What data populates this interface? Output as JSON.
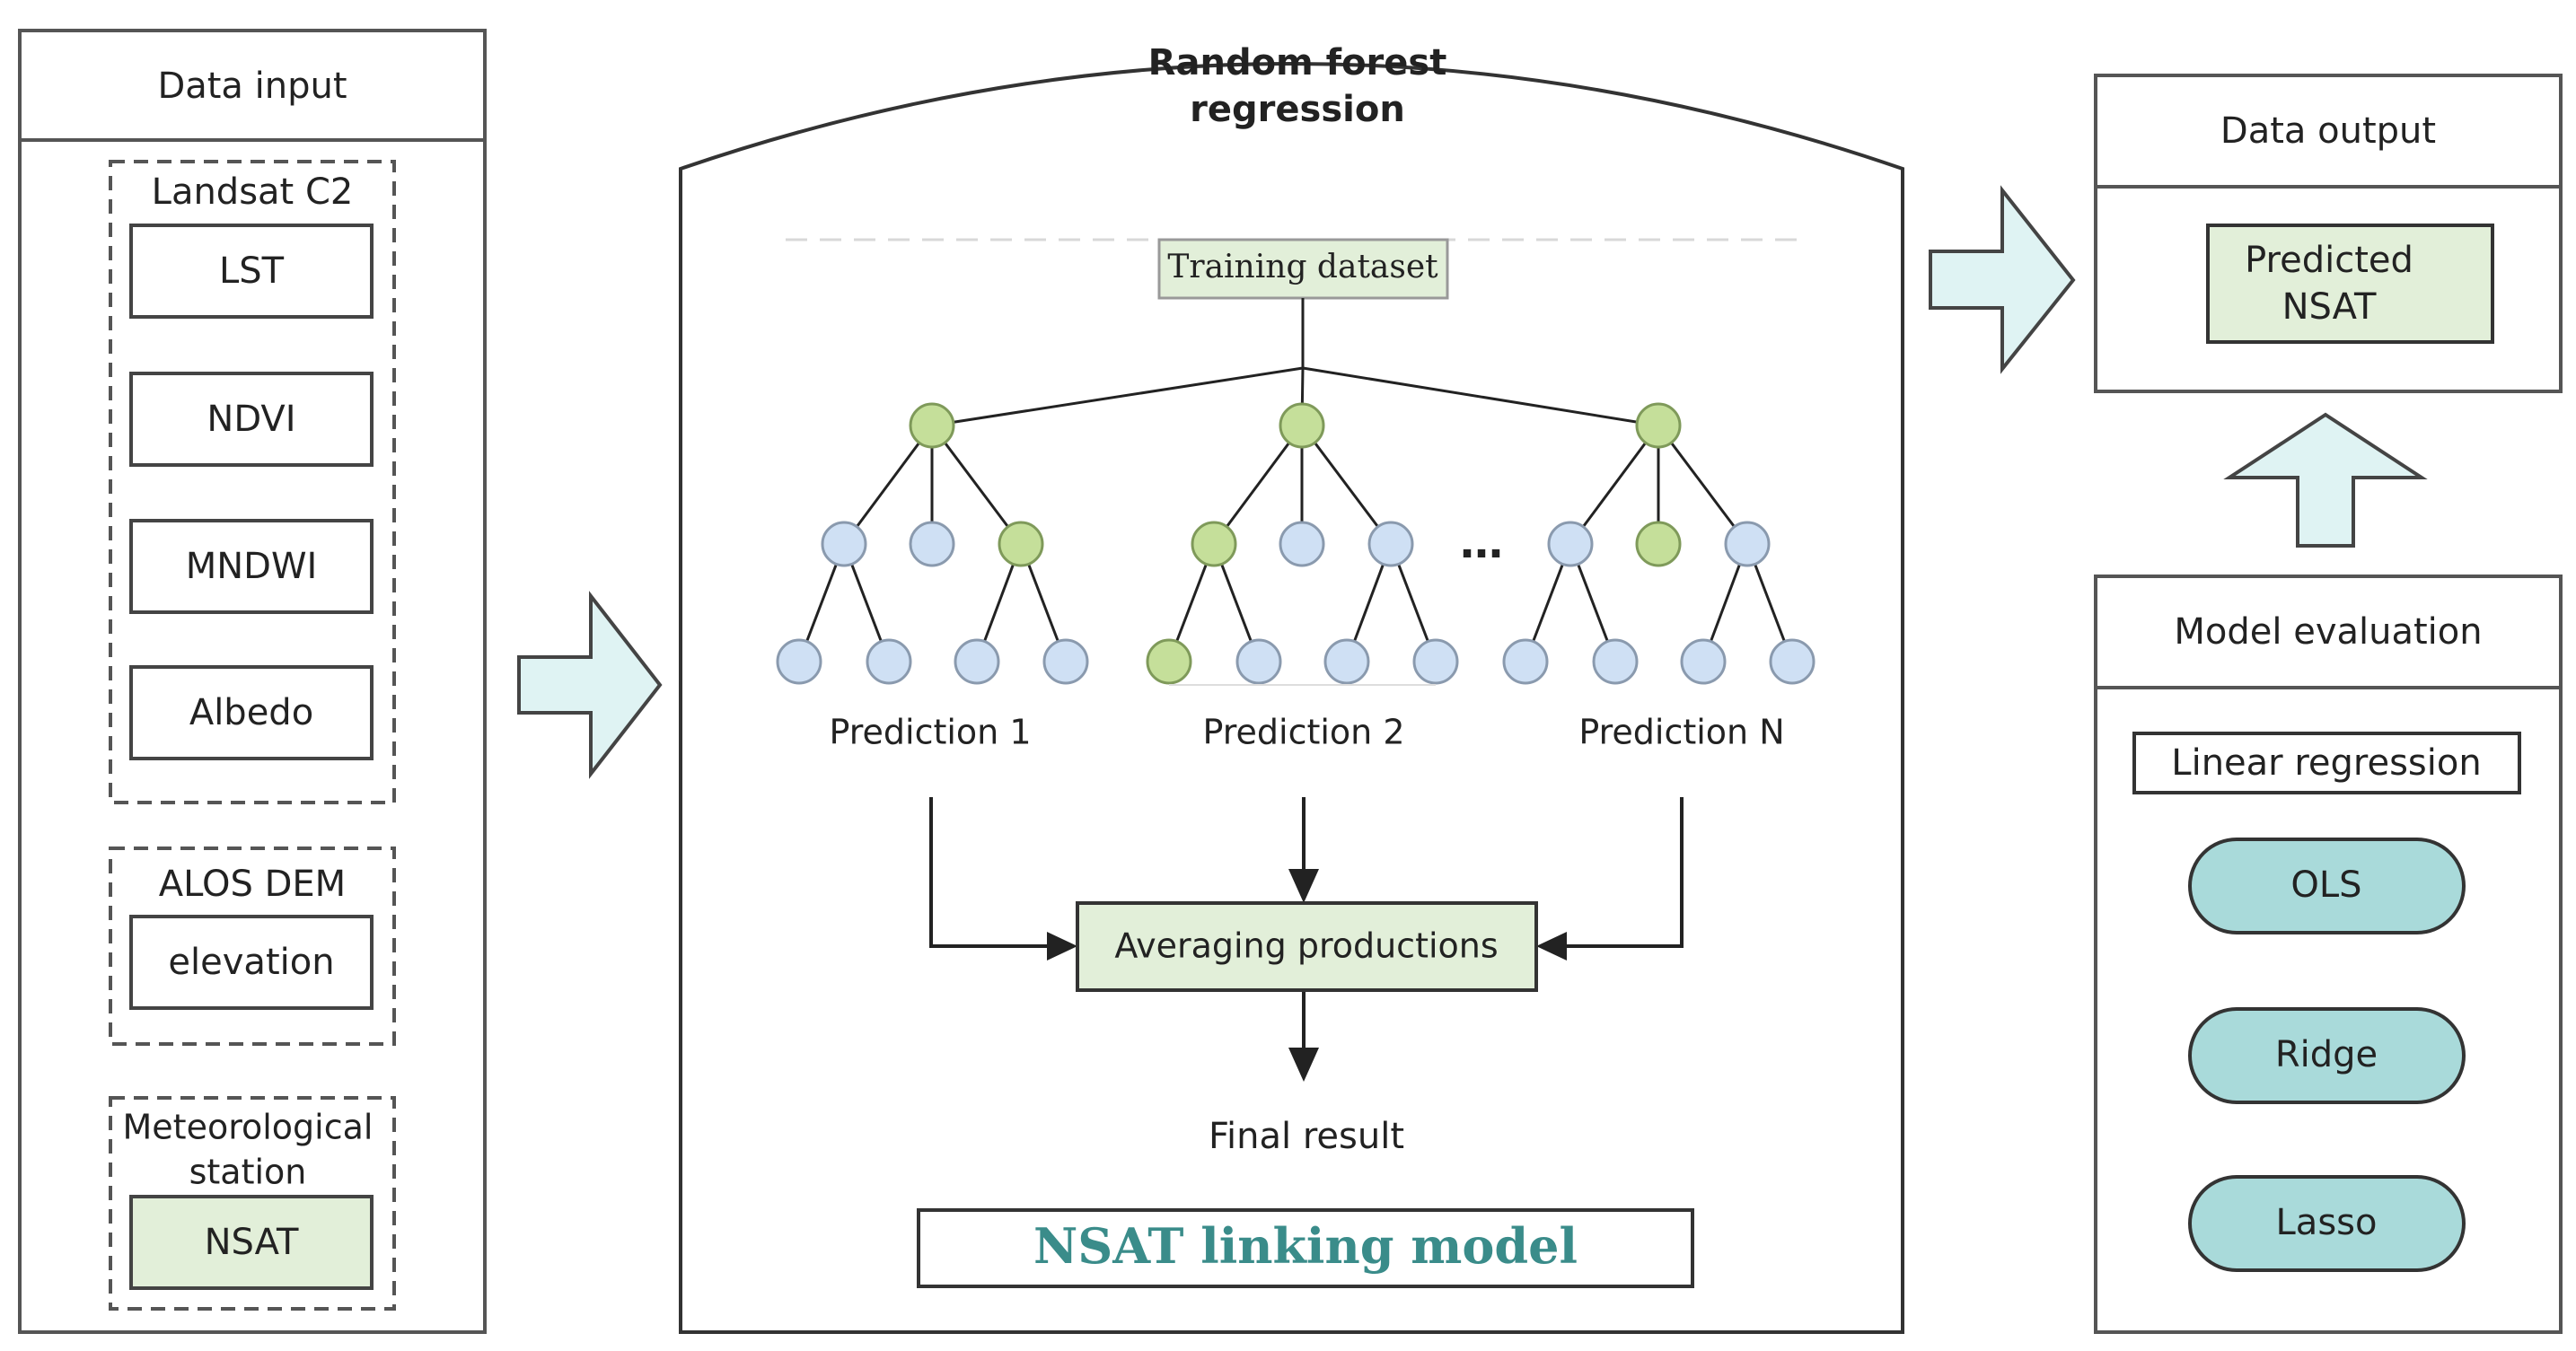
{
  "data_input": {
    "title": "Data input",
    "landsat": {
      "group_label": "Landsat C2",
      "items": [
        "LST",
        "NDVI",
        "MNDWI",
        "Albedo"
      ]
    },
    "alos": {
      "group_label": "ALOS DEM",
      "item": "elevation"
    },
    "meteo": {
      "group_label_line1": "Meteorological",
      "group_label_line2": "station",
      "item": "NSAT"
    }
  },
  "random_forest": {
    "title_line1": "Random forest",
    "title_line2": "regression",
    "training_label": "Training dataset",
    "ellipsis": "…",
    "predictions": [
      "Prediction 1",
      "Prediction 2",
      "Prediction N"
    ],
    "averaging_label": "Averaging productions",
    "final_label": "Final result",
    "model_label": "NSAT linking model"
  },
  "data_output": {
    "title": "Data output",
    "item_line1": "Predicted",
    "item_line2": "NSAT"
  },
  "model_evaluation": {
    "title": "Model evaluation",
    "subtitle": "Linear regression",
    "methods": [
      "OLS",
      "Ridge",
      "Lasso"
    ]
  },
  "colors": {
    "green_fill": "#e2efd9",
    "green_node": "#c5df9a",
    "blue_node": "#cfe0f4",
    "teal_pill": "#a9dada",
    "arrow_fill": "#dff3f3",
    "model_text": "#3a8c8a"
  }
}
